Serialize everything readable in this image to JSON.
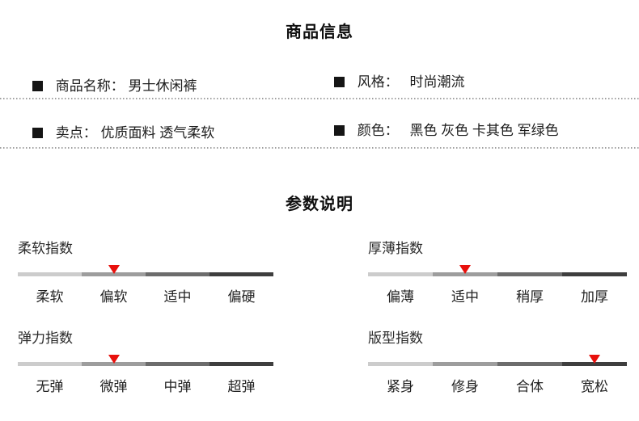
{
  "header": {
    "title": "商品信息"
  },
  "info": {
    "items": [
      {
        "label": "商品名称：",
        "value": "男士休闲裤"
      },
      {
        "label": "风格：",
        "value": "时尚潮流"
      },
      {
        "label": "卖点：",
        "value": "优质面料 透气柔软"
      },
      {
        "label": "颜色：",
        "value": "黑色 灰色 卡其色 军绿色"
      }
    ]
  },
  "params": {
    "title": "参数说明",
    "scales": [
      {
        "name": "柔软指数",
        "levels": [
          "柔软",
          "偏软",
          "适中",
          "偏硬"
        ],
        "selected_index": 1,
        "selected_label": "偏软"
      },
      {
        "name": "厚薄指数",
        "levels": [
          "偏薄",
          "适中",
          "稍厚",
          "加厚"
        ],
        "selected_index": 1,
        "selected_label": "适中"
      },
      {
        "name": "弹力指数",
        "levels": [
          "无弹",
          "微弹",
          "中弹",
          "超弹"
        ],
        "selected_index": 1,
        "selected_label": "微弹"
      },
      {
        "name": "版型指数",
        "levels": [
          "紧身",
          "修身",
          "合体",
          "宽松"
        ],
        "selected_index": 3,
        "selected_label": "宽松"
      }
    ]
  },
  "colors": {
    "marker": "#e8100c",
    "bar_segments": [
      "#cccccc",
      "#9d9d9d",
      "#6c6c6c",
      "#3e3e3e"
    ],
    "dotted_line": "#9f9f9f",
    "bullet": "#151515"
  }
}
